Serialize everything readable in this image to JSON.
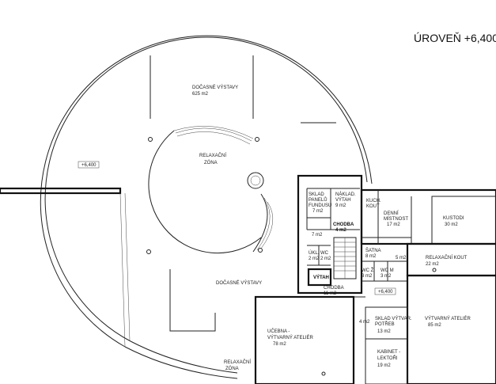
{
  "title": "ÚROVEŇ +6,400",
  "level_marks": [
    "+6,400",
    "+6,400"
  ],
  "rooms": [
    {
      "id": "docasne-1",
      "lines": [
        "DOČASNÉ VÝSTAVY",
        "625 m2"
      ]
    },
    {
      "id": "relax-1",
      "lines": [
        "RELAXAČNÍ",
        "ZÓNA"
      ]
    },
    {
      "id": "docasne-2",
      "lines": [
        "DOČASNÉ VÝSTAVY"
      ]
    },
    {
      "id": "relax-2",
      "lines": [
        "RELAXAČNÍ",
        "ZÓNA"
      ]
    },
    {
      "id": "sklad-panelu",
      "lines": [
        "SKLAD",
        "PANELŮ",
        "FUNDUSU",
        "7 m2"
      ]
    },
    {
      "id": "naklad-vytah",
      "lines": [
        "NÁKLAD.",
        "VÝTAH",
        "9 m2"
      ]
    },
    {
      "id": "kuch-kout",
      "lines": [
        "KUCH.",
        "KOUT"
      ]
    },
    {
      "id": "denni-mistnost",
      "lines": [
        "DENNÍ",
        "MÍSTNOST",
        "17 m2"
      ]
    },
    {
      "id": "kustodi",
      "lines": [
        "KUSTODI",
        "30 m2"
      ]
    },
    {
      "id": "chodba-1",
      "lines": [
        "CHODBA",
        "4 m2"
      ]
    },
    {
      "id": "room-7",
      "lines": [
        "7 m2"
      ]
    },
    {
      "id": "satna",
      "lines": [
        "ŠATNA",
        "8 m2"
      ]
    },
    {
      "id": "room-5",
      "lines": [
        "5 m2"
      ]
    },
    {
      "id": "relax-kout",
      "lines": [
        "RELAXAČNÍ KOUT",
        "22 m2"
      ]
    },
    {
      "id": "ukl",
      "lines": [
        "ÚKL.",
        "2 m2"
      ]
    },
    {
      "id": "wc-1",
      "lines": [
        "WC",
        "2 m2"
      ]
    },
    {
      "id": "vytah",
      "lines": [
        "VÝTAH"
      ]
    },
    {
      "id": "wc-z",
      "lines": [
        "WC Ž",
        "3 m2"
      ]
    },
    {
      "id": "wc-m",
      "lines": [
        "WC M",
        "3 m2"
      ]
    },
    {
      "id": "chodba-2",
      "lines": [
        "CHODBA",
        "11 m2"
      ]
    },
    {
      "id": "ucebna",
      "lines": [
        "UČEBNA -",
        "VÝTVARNÝ ATELIÉR",
        "78 m2"
      ]
    },
    {
      "id": "sklad-vytvar",
      "lines": [
        "SKLAD VÝTVAR.",
        "POTŘEB",
        "13 m2"
      ]
    },
    {
      "id": "room-4",
      "lines": [
        "4 m2"
      ]
    },
    {
      "id": "vytvarny-atelier",
      "lines": [
        "VÝTVARNÝ ATELIÉR",
        "85 m2"
      ]
    },
    {
      "id": "kabinet",
      "lines": [
        "KABINET -",
        "LEKTOŘI",
        "19 m2"
      ]
    }
  ]
}
